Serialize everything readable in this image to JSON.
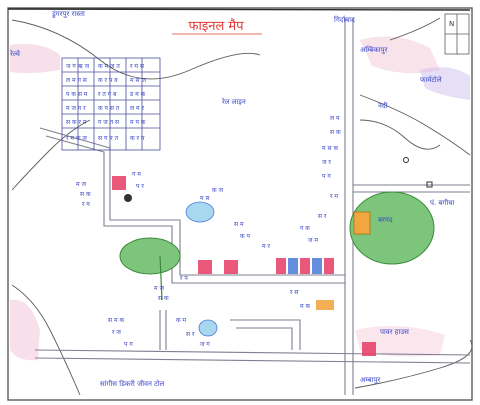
{
  "map": {
    "title": "फाइनल मैप",
    "labels": {
      "top_left_road": "डुंगरपुर रास्ता",
      "left_edge": "रेल्वे",
      "top_right": "गिर्दाबाद",
      "right_upper_road": "अम्बिकापुर",
      "right_upper_2": "फार्मटोले",
      "right_mid": "नदी",
      "center_area": "रेल लाइन",
      "right_tree_area": "पं. बगीचा",
      "right_tree_note": "बरगद",
      "bottom_right": "पावर हाउस",
      "bottom_center": "सांगीस डिकरी जीवन टोल",
      "bottom_right_road": "अम्बापुर"
    },
    "colors": {
      "ink": "#3a47c8",
      "grid_ink": "#4a4f9e",
      "road": "#7f7f8f",
      "water": "#a8d8ef",
      "tree": "#7cc57a",
      "tree_dark": "#3e8a3c",
      "house_red": "#e53b63",
      "house_blue": "#4a79d8",
      "house_orange": "#f2a640",
      "pink_wash": "#f3c7d8",
      "purple_wash": "#c9b7e8",
      "border": "#5c5c5c"
    },
    "icons": [
      "house-icon",
      "tree-icon",
      "pond-icon",
      "compass-icon"
    ]
  }
}
